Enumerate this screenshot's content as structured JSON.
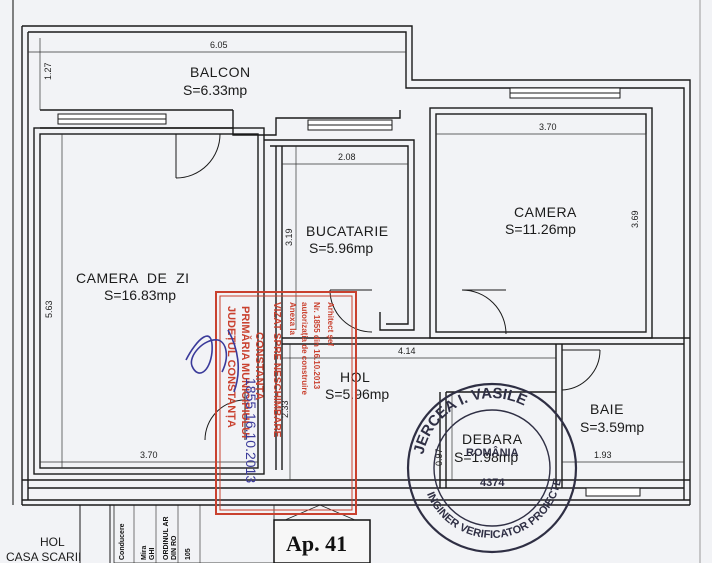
{
  "rooms": {
    "balcon": {
      "name": "BALCON",
      "area": "S=6.33mp"
    },
    "bucatarie": {
      "name": "BUCATARIE",
      "area": "S=5.96mp"
    },
    "camera": {
      "name": "CAMERA",
      "area": "S=11.26mp"
    },
    "camera_de_zi": {
      "name": "CAMERA  DE  ZI",
      "area": "S=16.83mp"
    },
    "hol": {
      "name": "HOL",
      "area": "S=5.96mp"
    },
    "baie": {
      "name": "BAIE",
      "area": "S=3.59mp"
    },
    "debara": {
      "name": "DEBARA",
      "area": "S=1.98mp"
    }
  },
  "dimensions": {
    "balcon_width": "6.05",
    "balcon_depth": "1.27",
    "camera_width": "3.70",
    "camera_depth": "3.69",
    "bucatarie_width": "2.08",
    "bucatarie_depth": "3.19",
    "living_depth": "5.63",
    "living_width": "3.70",
    "hol_width": "4.14",
    "hol_depth": "2.33",
    "debara_depth": "0.97",
    "baie_width": "1.93"
  },
  "stairs": {
    "hol": "HOL",
    "casa_scarii": "CASA SCARII"
  },
  "apartment_label": "Ap. 41",
  "stamp": {
    "lines": [
      "JUDEȚUL CONSTANȚA",
      "PRIMĂRIA MUNICIPIULUI",
      "CONSTANȚA",
      "VIZAT SPRE NESCHIMBARE",
      "Anexa la",
      "autorizația de construire",
      "Nr. 1855 din 16.10.2013",
      "Arhitect șef"
    ],
    "handwritten": "1855   16.10.2013"
  },
  "seal": {
    "top": "JERCEA I. VASILE",
    "middle": "ROMÂNIA",
    "number": "4374",
    "bottom": "INGINER VERIFICATOR PROIECTE"
  },
  "title_block": {
    "col1": "Conducere",
    "col2": "Mira",
    "col3": "GHI",
    "col4": "ORDINUL AR",
    "col5": "DIN RO",
    "col6": "105"
  },
  "colors": {
    "paper": "#f2f3f6",
    "wall": "#1a1a1a",
    "stamp_red": "#c9412f",
    "seal_ink": "#2f2f44",
    "handwriting": "#3a3a9a"
  }
}
